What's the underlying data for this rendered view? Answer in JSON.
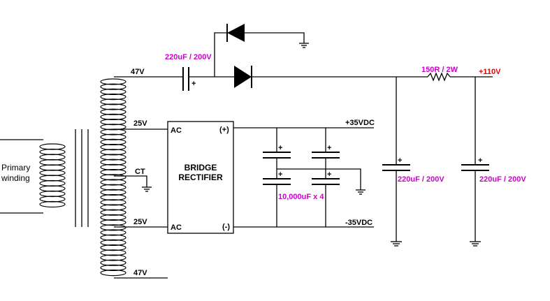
{
  "labels": {
    "primary_line1": "Primary",
    "primary_line2": "winding",
    "tap_top": "47V",
    "tap_25_top": "25V",
    "tap_ct": "CT",
    "tap_25_bottom": "25V",
    "tap_bottom": "47V",
    "cap_input": "220uF / 200V",
    "bridge_line1": "BRIDGE",
    "bridge_line2": "RECTIFIER",
    "ac_top": "AC",
    "ac_bottom": "AC",
    "dc_plus": "(+)",
    "dc_minus": "(-)",
    "out_pos35": "+35VDC",
    "out_neg35": "-35VDC",
    "cap_bank": "10,000uF x 4",
    "resistor": "150R / 2W",
    "out_110": "+110V",
    "cap_filter1": "220uF / 200V",
    "cap_filter2": "220uF / 200V",
    "plus_sign": "+"
  },
  "colors": {
    "wire": "#000000",
    "component_label": "#cc00cc",
    "voltage_out": "#ee0000"
  }
}
